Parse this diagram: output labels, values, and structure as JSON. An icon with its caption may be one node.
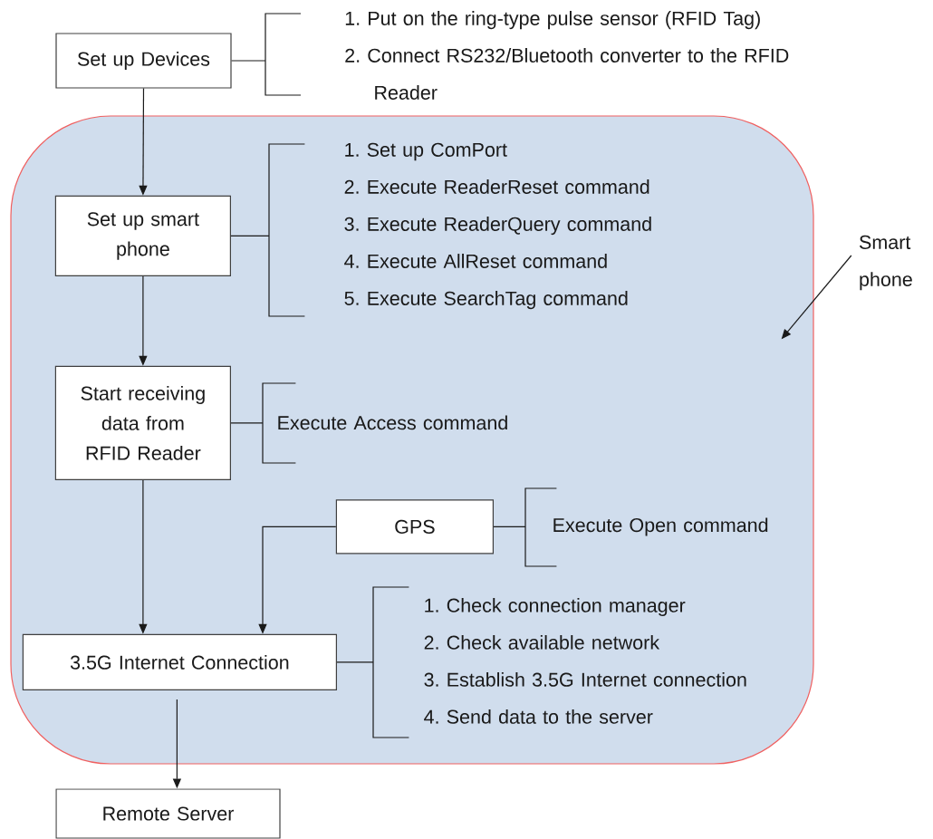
{
  "diagram": {
    "nodes": [
      {
        "text": [
          "Set up Devices"
        ]
      },
      {
        "text": [
          "1. Put on the ring-type pulse sensor (RFID Tag)",
          "2. Connect RS232/Bluetooth converter to the RFID Reader"
        ]
      },
      {
        "text": [],
        "shape": "box"
      },
      {
        "text": [
          "Set up smart phone"
        ],
        "in": 2
      },
      {
        "text": [
          "1. Set up ComPort",
          "2. Execute ReaderReset command",
          "3. Execute ReaderQuery command",
          "4. Execute AllReset command",
          "5. Execute SearchTag command"
        ],
        "in": 2
      },
      {
        "text": [
          "Start receiving data from RFID Reader"
        ],
        "in": 2
      },
      {
        "text": [
          "Execute Access command"
        ],
        "in": 2
      },
      {
        "text": [
          "GPS"
        ],
        "in": 2
      },
      {
        "text": [
          "Execute Open command"
        ],
        "in": 2
      },
      {
        "text": [
          "3.5G Internet Connection"
        ],
        "in": 2
      },
      {
        "text": [
          "1. Check connection manager",
          "2. Check available network",
          "3. Establish 3.5G Internet connection",
          "4. Send data to the server"
        ],
        "in": 2
      },
      {
        "text": [
          "Remote Server"
        ]
      },
      {
        "text": [
          "Smart phone"
        ]
      }
    ],
    "edges": [
      {
        "from": 0,
        "to": 3,
        "arrow": "to"
      },
      {
        "from": 0,
        "to": 1,
        "arrow": "none"
      },
      {
        "from": 3,
        "to": 4,
        "arrow": "none"
      },
      {
        "from": 3,
        "to": 5,
        "arrow": "to"
      },
      {
        "from": 5,
        "to": 6,
        "arrow": "none"
      },
      {
        "from": 5,
        "to": 9,
        "arrow": "to"
      },
      {
        "from": 7,
        "to": 8,
        "arrow": "none"
      },
      {
        "from": 7,
        "to": 9,
        "arrow": "to"
      },
      {
        "from": 9,
        "to": 10,
        "arrow": "none"
      },
      {
        "from": 9,
        "to": 11,
        "arrow": "to"
      },
      {
        "from": 12,
        "to": 2,
        "arrow": "to"
      }
    ]
  }
}
